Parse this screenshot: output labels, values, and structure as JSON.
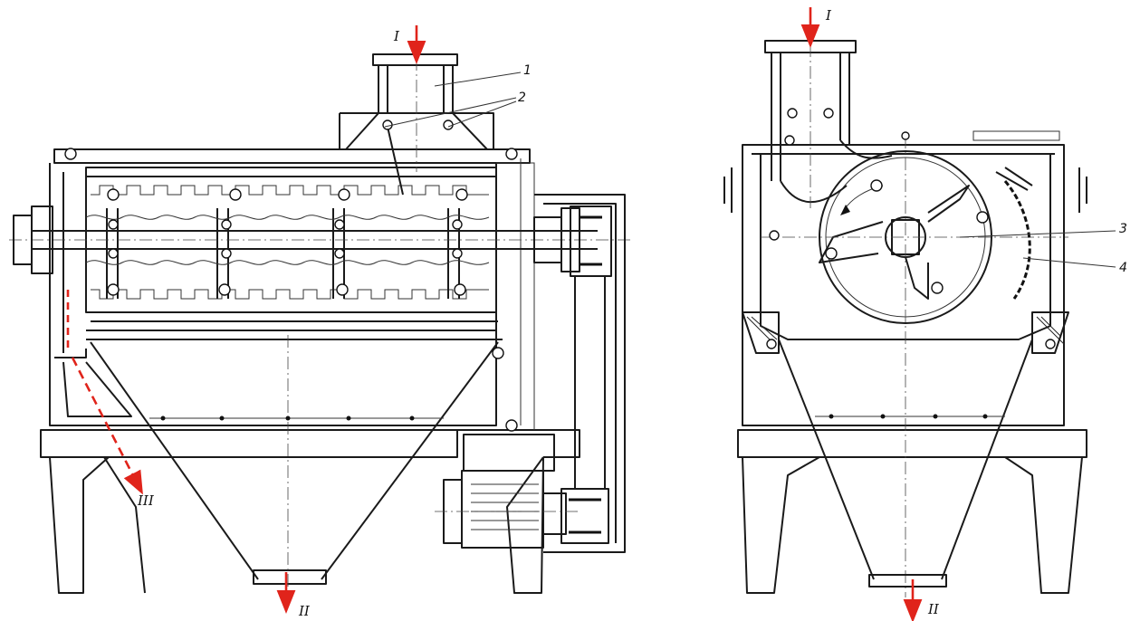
{
  "flow_labels": {
    "inlet_side": "I",
    "inlet_front": "I",
    "outlet_side": "II",
    "outlet_front": "II",
    "waste_side": "III"
  },
  "part_labels": {
    "p1": "1",
    "p2": "2",
    "p3": "3",
    "p4": "4"
  },
  "colors": {
    "line": "#1a1a1a",
    "flow_arrow": "#e0241b",
    "background": "#ffffff"
  }
}
